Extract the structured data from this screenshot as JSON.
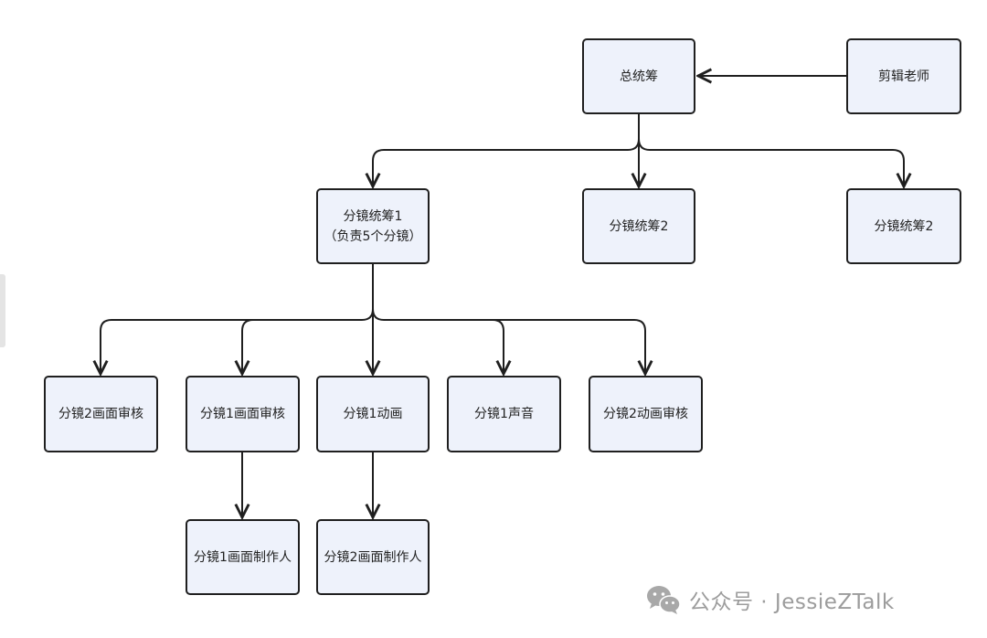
{
  "nodes": {
    "master": {
      "label": "总统筹"
    },
    "editor": {
      "label": "剪辑老师"
    },
    "storyboard_coord_1": {
      "line1": "分镜统筹1",
      "line2": "（负责5个分镜）"
    },
    "storyboard_coord_2a": {
      "label": "分镜统筹2"
    },
    "storyboard_coord_2b": {
      "label": "分镜统筹2"
    },
    "sb2_visual_review": {
      "label": "分镜2画面审核"
    },
    "sb1_visual_review": {
      "label": "分镜1画面审核"
    },
    "sb1_animation": {
      "label": "分镜1动画"
    },
    "sb1_sound": {
      "label": "分镜1声音"
    },
    "sb2_animation_review": {
      "label": "分镜2动画审核"
    },
    "sb1_visual_maker": {
      "label": "分镜1画面制作人"
    },
    "sb2_visual_maker": {
      "label": "分镜2画面制作人"
    }
  },
  "watermark": {
    "text": "公众号 · JessieZTalk",
    "icon": "wechat-icon"
  },
  "colors": {
    "node_fill": "#eef2fb",
    "node_border": "#1f1f1f",
    "edge": "#1f1f1f",
    "watermark": "#9c9c9c"
  }
}
